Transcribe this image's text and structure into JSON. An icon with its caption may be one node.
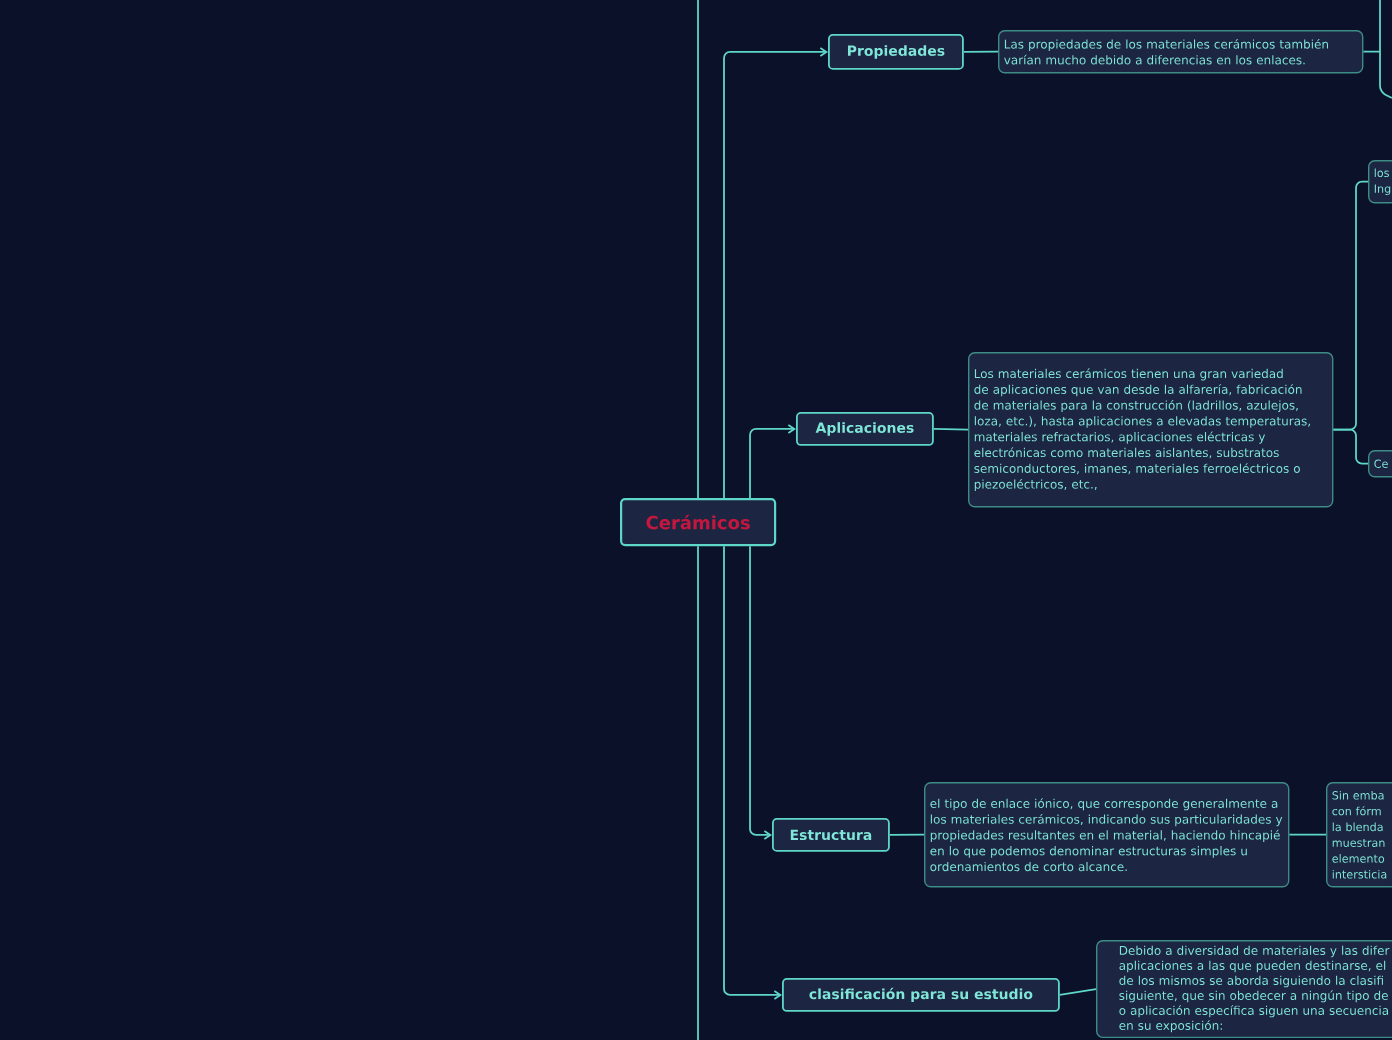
{
  "diagram": {
    "nodes": [
      {
        "text": [
          "Cerámicos"
        ]
      },
      {
        "text": [
          "Propiedades"
        ]
      },
      {
        "text": [
          "Las propiedades de los materiales cerámicos también varían mucho debido a diferencias en los enlaces."
        ]
      },
      {
        "text": [
          "Aplicaciones"
        ]
      },
      {
        "text": [
          "Los materiales cerámicos tienen una gran variedad de aplicaciones que van desde la alfarería, fabricación de materiales para la construcción (ladrillos, azulejos, loza, etc.), hasta aplicaciones a elevadas temperaturas, materiales refractarios, aplicaciones eléctricas y electrónicas como materiales aislantes, substratos semiconductores, imanes, materiales ferroeléctricos o piezoeléctricos, etc.,"
        ]
      },
      {
        "text": [
          "los Ing"
        ]
      },
      {
        "text": [
          "Ce"
        ]
      },
      {
        "text": [
          "Estructura"
        ]
      },
      {
        "text": [
          "el tipo de enlace iónico, que corresponde generalmente a los materiales cerámicos, indicando sus particularidades y propiedades resultantes en el material, haciendo hincapié en lo que podemos denominar estructuras simples u ordenamientos de corto alcance."
        ]
      },
      {
        "text": [
          "Sin emba con fórm la blenda muestran elemento intersticia"
        ]
      },
      {
        "text": [
          "clasificación para su estudio"
        ]
      },
      {
        "text": [
          "Debido a diversidad de materiales y las difer aplicaciones a las que pueden destinarse, el de los mismos se aborda siguiendo la clasifi siguiente, que sin obedecer a ningún tipo de o aplicación específica siguen una secuencia en su exposición:"
        ]
      }
    ],
    "edges": [
      {
        "from": 0,
        "to": 1,
        "arrow": "to"
      },
      {
        "from": 0,
        "to": 3,
        "arrow": "to"
      },
      {
        "from": 0,
        "to": 7,
        "arrow": "to"
      },
      {
        "from": 0,
        "to": 10,
        "arrow": "to"
      },
      {
        "from": 1,
        "to": 2,
        "arrow": "none"
      },
      {
        "from": 3,
        "to": 4,
        "arrow": "none"
      },
      {
        "from": 4,
        "to": 5,
        "arrow": "none"
      },
      {
        "from": 4,
        "to": 6,
        "arrow": "none"
      },
      {
        "from": 7,
        "to": 8,
        "arrow": "none"
      },
      {
        "from": 8,
        "to": 9,
        "arrow": "none"
      },
      {
        "from": 10,
        "to": 11,
        "arrow": "none"
      },
      {
        "from": 2,
        "to": null,
        "arrow": "none"
      },
      {
        "from": 0,
        "to": null,
        "arrow": "none"
      },
      {
        "from": null,
        "to": 0,
        "arrow": "none"
      }
    ]
  }
}
